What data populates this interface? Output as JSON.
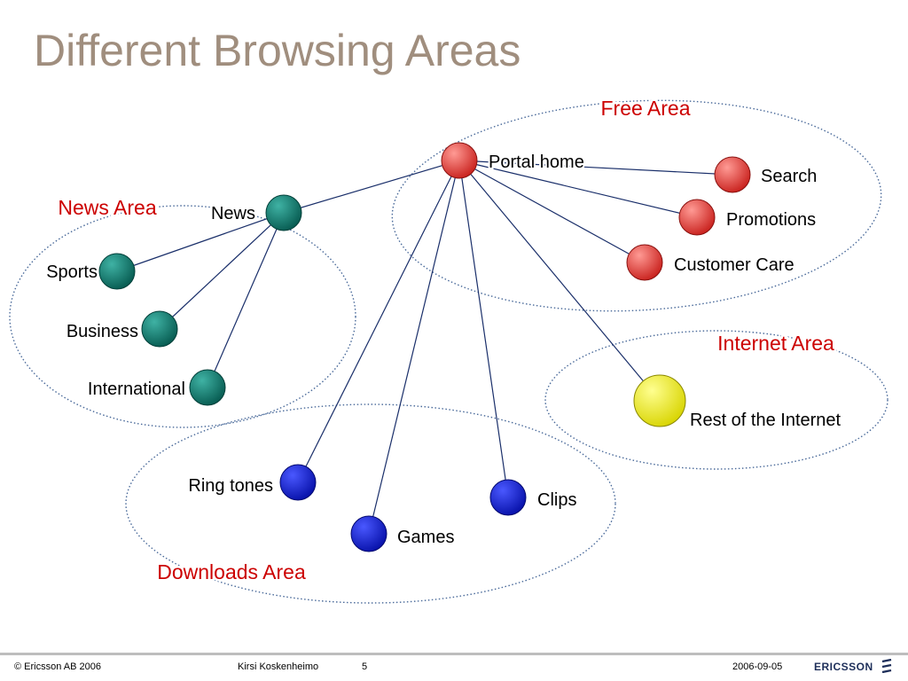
{
  "title": "Different Browsing Areas",
  "colors": {
    "title": "#a08e7e",
    "area_label": "#cc0000",
    "free_node": "#e0403c",
    "news_node": "#0f7a6e",
    "download_node": "#0a18d0",
    "internet_node": "#f0ee10",
    "ellipse": "#4a6a9a",
    "line": "#1a2f6a"
  },
  "areas": [
    {
      "id": "free",
      "label": "Free Area"
    },
    {
      "id": "news",
      "label": "News Area"
    },
    {
      "id": "internet",
      "label": "Internet Area"
    },
    {
      "id": "downloads",
      "label": "Downloads Area"
    }
  ],
  "nodes": [
    {
      "id": "portal-home",
      "label": "Portal home",
      "area": "free"
    },
    {
      "id": "search",
      "label": "Search",
      "area": "free"
    },
    {
      "id": "promotions",
      "label": "Promotions",
      "area": "free"
    },
    {
      "id": "customer-care",
      "label": "Customer Care",
      "area": "free"
    },
    {
      "id": "news",
      "label": "News",
      "area": "news"
    },
    {
      "id": "sports",
      "label": "Sports",
      "area": "news"
    },
    {
      "id": "business",
      "label": "Business",
      "area": "news"
    },
    {
      "id": "international",
      "label": "International",
      "area": "news"
    },
    {
      "id": "rest-of-internet",
      "label": "Rest of the Internet",
      "area": "internet"
    },
    {
      "id": "ring-tones",
      "label": "Ring tones",
      "area": "downloads"
    },
    {
      "id": "clips",
      "label": "Clips",
      "area": "downloads"
    },
    {
      "id": "games",
      "label": "Games",
      "area": "downloads"
    }
  ],
  "edges": [
    [
      "portal-home",
      "news"
    ],
    [
      "portal-home",
      "search"
    ],
    [
      "portal-home",
      "promotions"
    ],
    [
      "portal-home",
      "customer-care"
    ],
    [
      "portal-home",
      "rest-of-internet"
    ],
    [
      "portal-home",
      "ring-tones"
    ],
    [
      "portal-home",
      "games"
    ],
    [
      "portal-home",
      "clips"
    ],
    [
      "news",
      "sports"
    ],
    [
      "news",
      "business"
    ],
    [
      "news",
      "international"
    ]
  ],
  "footer": {
    "copyright": "© Ericsson AB 2006",
    "author": "Kirsi Koskenheimo",
    "page": "5",
    "date": "2006-09-05",
    "logo": "ERICSSON"
  }
}
